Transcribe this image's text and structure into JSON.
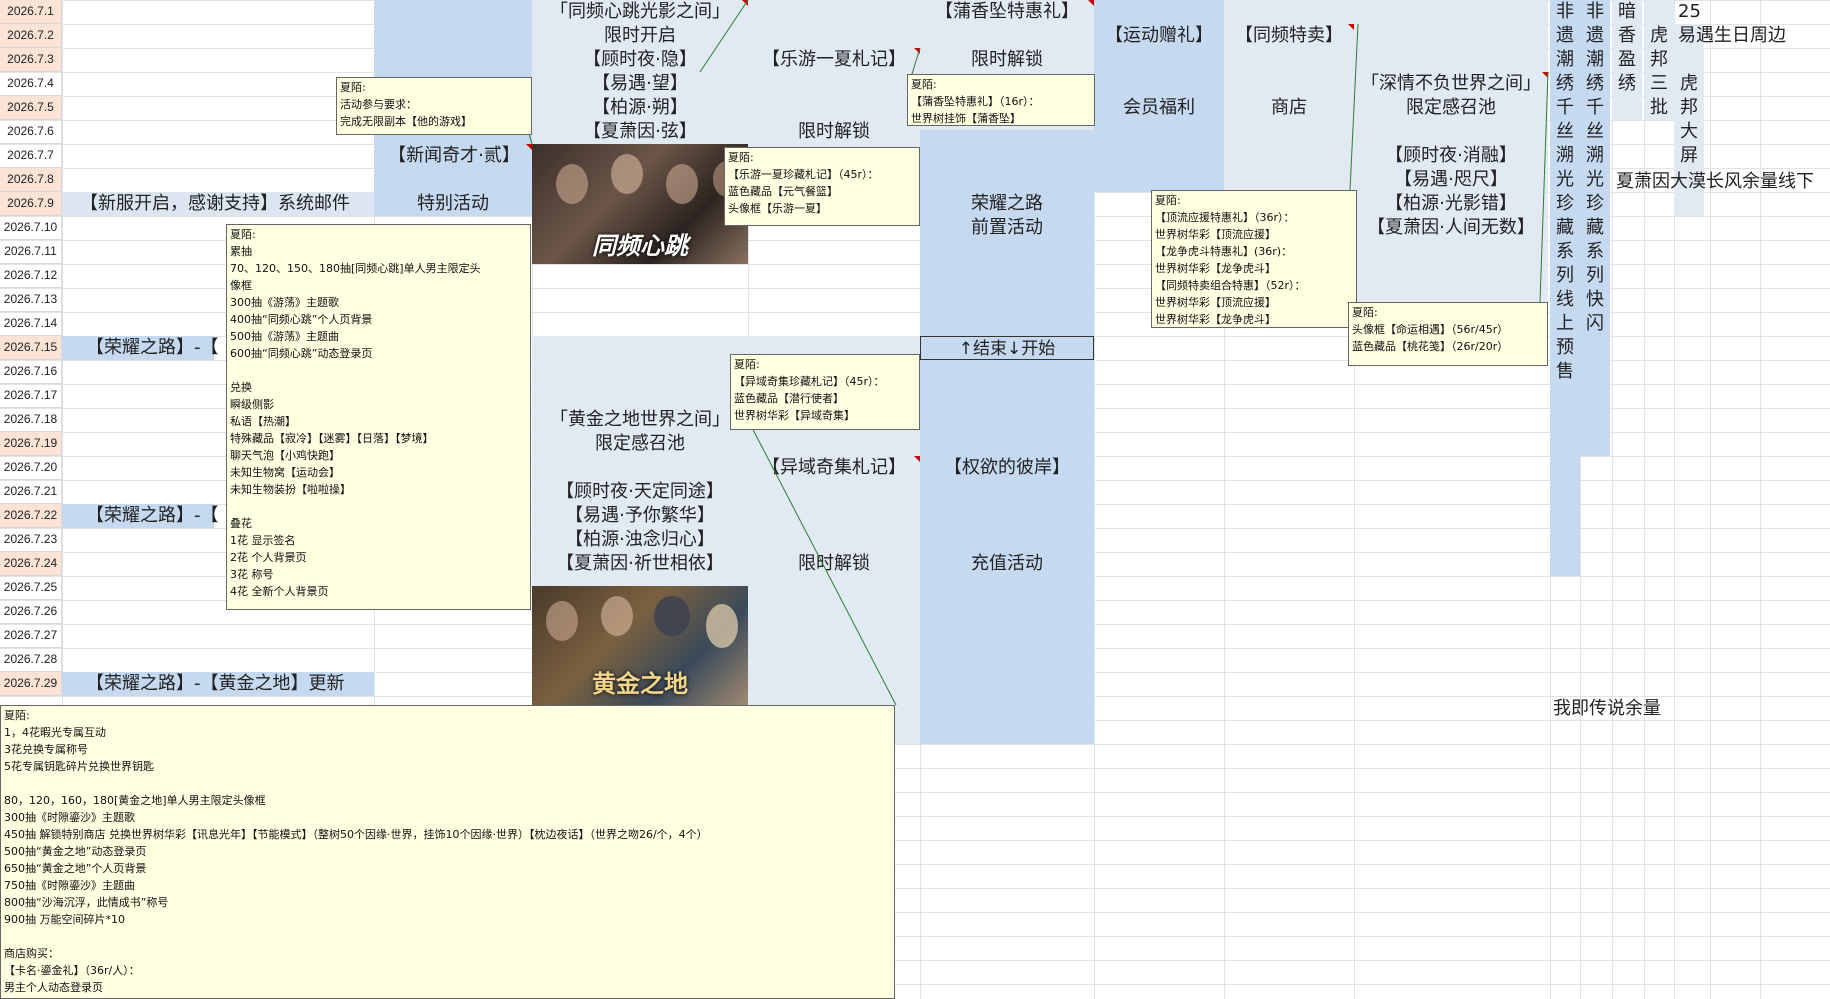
{
  "dates": [
    "2026.7.1",
    "2026.7.2",
    "2026.7.3",
    "2026.7.4",
    "2026.7.5",
    "2026.7.6",
    "2026.7.7",
    "2026.7.8",
    "2026.7.9",
    "2026.7.10",
    "2026.7.11",
    "2026.7.12",
    "2026.7.13",
    "2026.7.14",
    "2026.7.15",
    "2026.7.16",
    "2026.7.17",
    "2026.7.18",
    "2026.7.19",
    "2026.7.20",
    "2026.7.21",
    "2026.7.22",
    "2026.7.23",
    "2026.7.24",
    "2026.7.25",
    "2026.7.26",
    "2026.7.27",
    "2026.7.28",
    "2026.7.29"
  ],
  "highlighted_dates": [
    "2026.7.1",
    "2026.7.2",
    "2026.7.3",
    "2026.7.5",
    "2026.7.8",
    "2026.7.9",
    "2026.7.15",
    "2026.7.19",
    "2026.7.22",
    "2026.7.24",
    "2026.7.29"
  ],
  "cells": {
    "mail": "【新服开启，感谢支持】系统邮件",
    "glory1": "【荣耀之路】-【",
    "glory2": "【荣耀之路】-【",
    "glory3": "【荣耀之路】-【黄金之地】更新",
    "news": "【新闻奇才·贰】",
    "special": "特别活动",
    "pool1": [
      "「同频心跳光影之间」",
      "限时开启",
      "【顾时夜·隐】",
      "【易遇·望】",
      "【柏源·朔】",
      "【夏萧因·弦】"
    ],
    "pool2": [
      "「黄金之地世界之间」",
      "限定感召池",
      "",
      "【顾时夜·天定同途】",
      "【易遇·予你繁华】",
      "【柏源·浊念归心】",
      "【夏萧因·祈世相依】"
    ],
    "img1_caption": "同频心跳",
    "img2_caption": "黄金之地",
    "summer_record": "【乐游一夏札记】",
    "unlock1": "限时解锁",
    "exotic_record": "【异域奇集札记】",
    "unlock2": "限时解锁",
    "cattail": "【蒲香坠特惠礼】",
    "unlock3": "限时解锁",
    "glory_pre": [
      "荣耀之路",
      "前置活动"
    ],
    "end_start": "↑结束↓开始",
    "power": "【权欲的彼岸】",
    "recharge": "充值活动",
    "sport": "【运动赠礼】",
    "member": "会员福利",
    "sync_sale": "【同频特卖】",
    "shop": "商店",
    "pool3": [
      "「深情不负世界之间」",
      "限定感召池",
      "",
      "【顾时夜·消融】",
      "【易遇·咫尺】",
      "【柏源·光影错】",
      "【夏萧因·人间无数】"
    ],
    "col_a": "非遗潮绣千丝溯光珍藏系列线上预售",
    "col_b": "非遗潮绣千丝溯光珍藏系列快闪",
    "col_c": "暗香盈绣",
    "col_d": "虎邦三批",
    "col_e": "虎邦大屏",
    "col_f_top": "25",
    "birthday": "易遇生日周边",
    "xiao_wind": "夏萧因大漠长风余量线下",
    "legend_rest": "我即传说余量"
  },
  "notes": {
    "n1": "夏陌:\n活动参与要求：\n完成无限副本【他的游戏】",
    "n2": "夏陌:\n累抽\n70、120、150、180抽[同频心跳]单人男主限定头\n像框\n300抽《游荡》主题歌\n400抽“同频心跳”个人页背景\n500抽《游荡》主题曲\n600抽“同频心跳”动态登录页\n\n兑换\n瞬级侧影\n私语【热潮】\n特殊藏品【寂冷】【迷雾】【日落】【梦境】\n聊天气泡【小鸡快跑】\n未知生物窝【运动会】\n未知生物装扮【啦啦操】\n\n叠花\n1花 显示签名\n2花 个人背景页\n3花 称号\n4花 全新个人背景页",
    "n3": "夏陌:\n【乐游一夏珍藏札记】（45r）：\n蓝色藏品【元气餐篮】\n头像框【乐游一夏】",
    "n4": "夏陌:\n【蒲香坠特惠礼】（16r）：\n世界树挂饰【蒲香坠】",
    "n5": "夏陌:\n【顶流应援特惠礼】（36r）：\n世界树华彩【顶流应援】\n【龙争虎斗特惠礼】(36r)：\n世界树华彩【龙争虎斗】\n【同频特卖组合特惠】（52r）：\n世界树华彩【顶流应援】\n世界树华彩【龙争虎斗】",
    "n6": "夏陌:\n头像框【命运相遇】（56r/45r）\n蓝色藏品【桃花笺】（26r/20r）",
    "n7": "夏陌:\n【异域奇集珍藏札记】（45r）：\n蓝色藏品【潜行使者】\n世界树华彩【异域奇集】",
    "n8": "夏陌:\n1，4花暇光专属互动\n3花兑换专属称号\n5花专属钥匙碎片兑换世界钥匙\n\n80，120，160，180[黄金之地]单人男主限定头像框\n300抽《时隙鎏沙》主题歌\n450抽 解锁特别商店 兑换世界树华彩【讯息光年】【节能模式】（整树50个因缘·世界，挂饰10个因缘·世界）【枕边夜话】（世界之吻26/个，4个）\n500抽“黄金之地”动态登录页\n650抽“黄金之地”个人页背景\n750抽《时隙鎏沙》主题曲\n800抽“沙海沉浮，此情成书”称号\n900抽 万能空间碎片*10\n\n商店购买：\n【卡名·鎏金礼】（36r/人）：\n男主个人动态登录页"
  },
  "colors": {
    "band": "#dce6f1",
    "band_dark": "#c5d9f1",
    "note_bg": "#ffffe1",
    "date_hl": "#fbe4d5",
    "marker": "#cc0000"
  }
}
